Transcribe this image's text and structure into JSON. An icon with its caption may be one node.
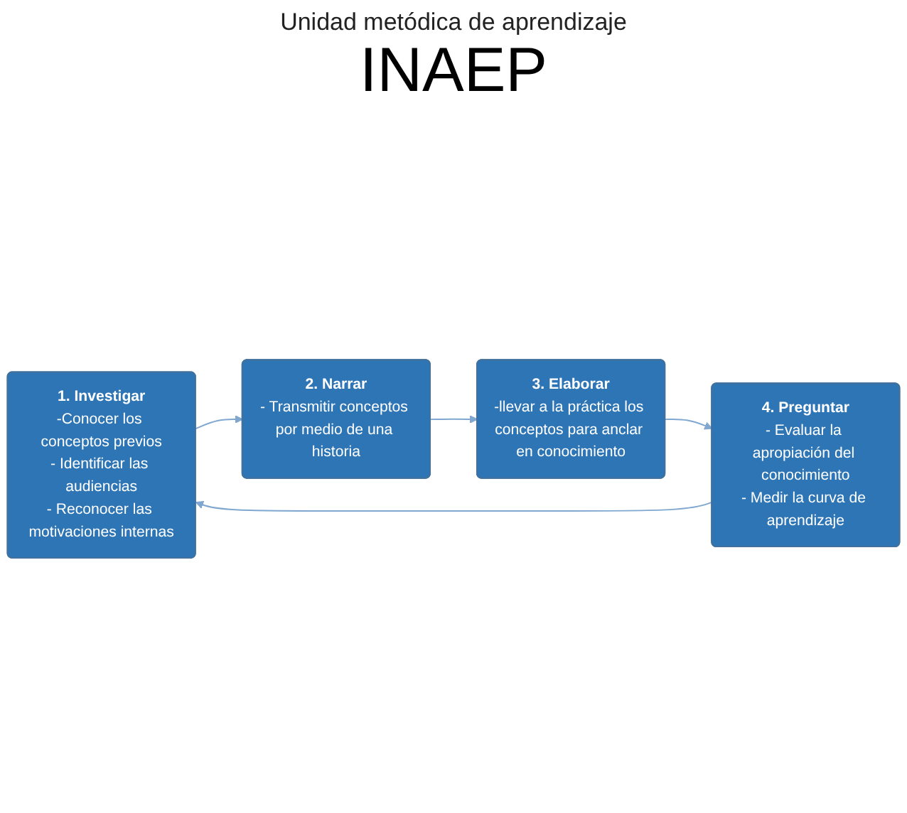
{
  "diagram": {
    "nodes": [
      {
        "text": [
          "1. Investigar",
          "-Conocer los conceptos previos",
          "- Identificar las audiencias",
          "- Reconocer las motivaciones internas"
        ]
      },
      {
        "text": [
          "2. Narrar",
          "- Transmitir conceptos por medio de una historia"
        ]
      },
      {
        "text": [
          "3. Elaborar",
          "-llevar a la práctica los conceptos para anclar en conocimiento"
        ]
      },
      {
        "text": [
          "4. Preguntar",
          "- Evaluar la apropiación del conocimiento",
          "- Medir la curva de aprendizaje"
        ]
      }
    ],
    "edges": [
      {
        "from": 0,
        "to": 1,
        "arrow": "to"
      },
      {
        "from": 1,
        "to": 2,
        "arrow": "to"
      },
      {
        "from": 2,
        "to": 3,
        "arrow": "to"
      },
      {
        "from": 3,
        "to": 0,
        "arrow": "to"
      }
    ],
    "labels": [
      "Unidad metódica de aprendizaje",
      "INAEP"
    ]
  }
}
